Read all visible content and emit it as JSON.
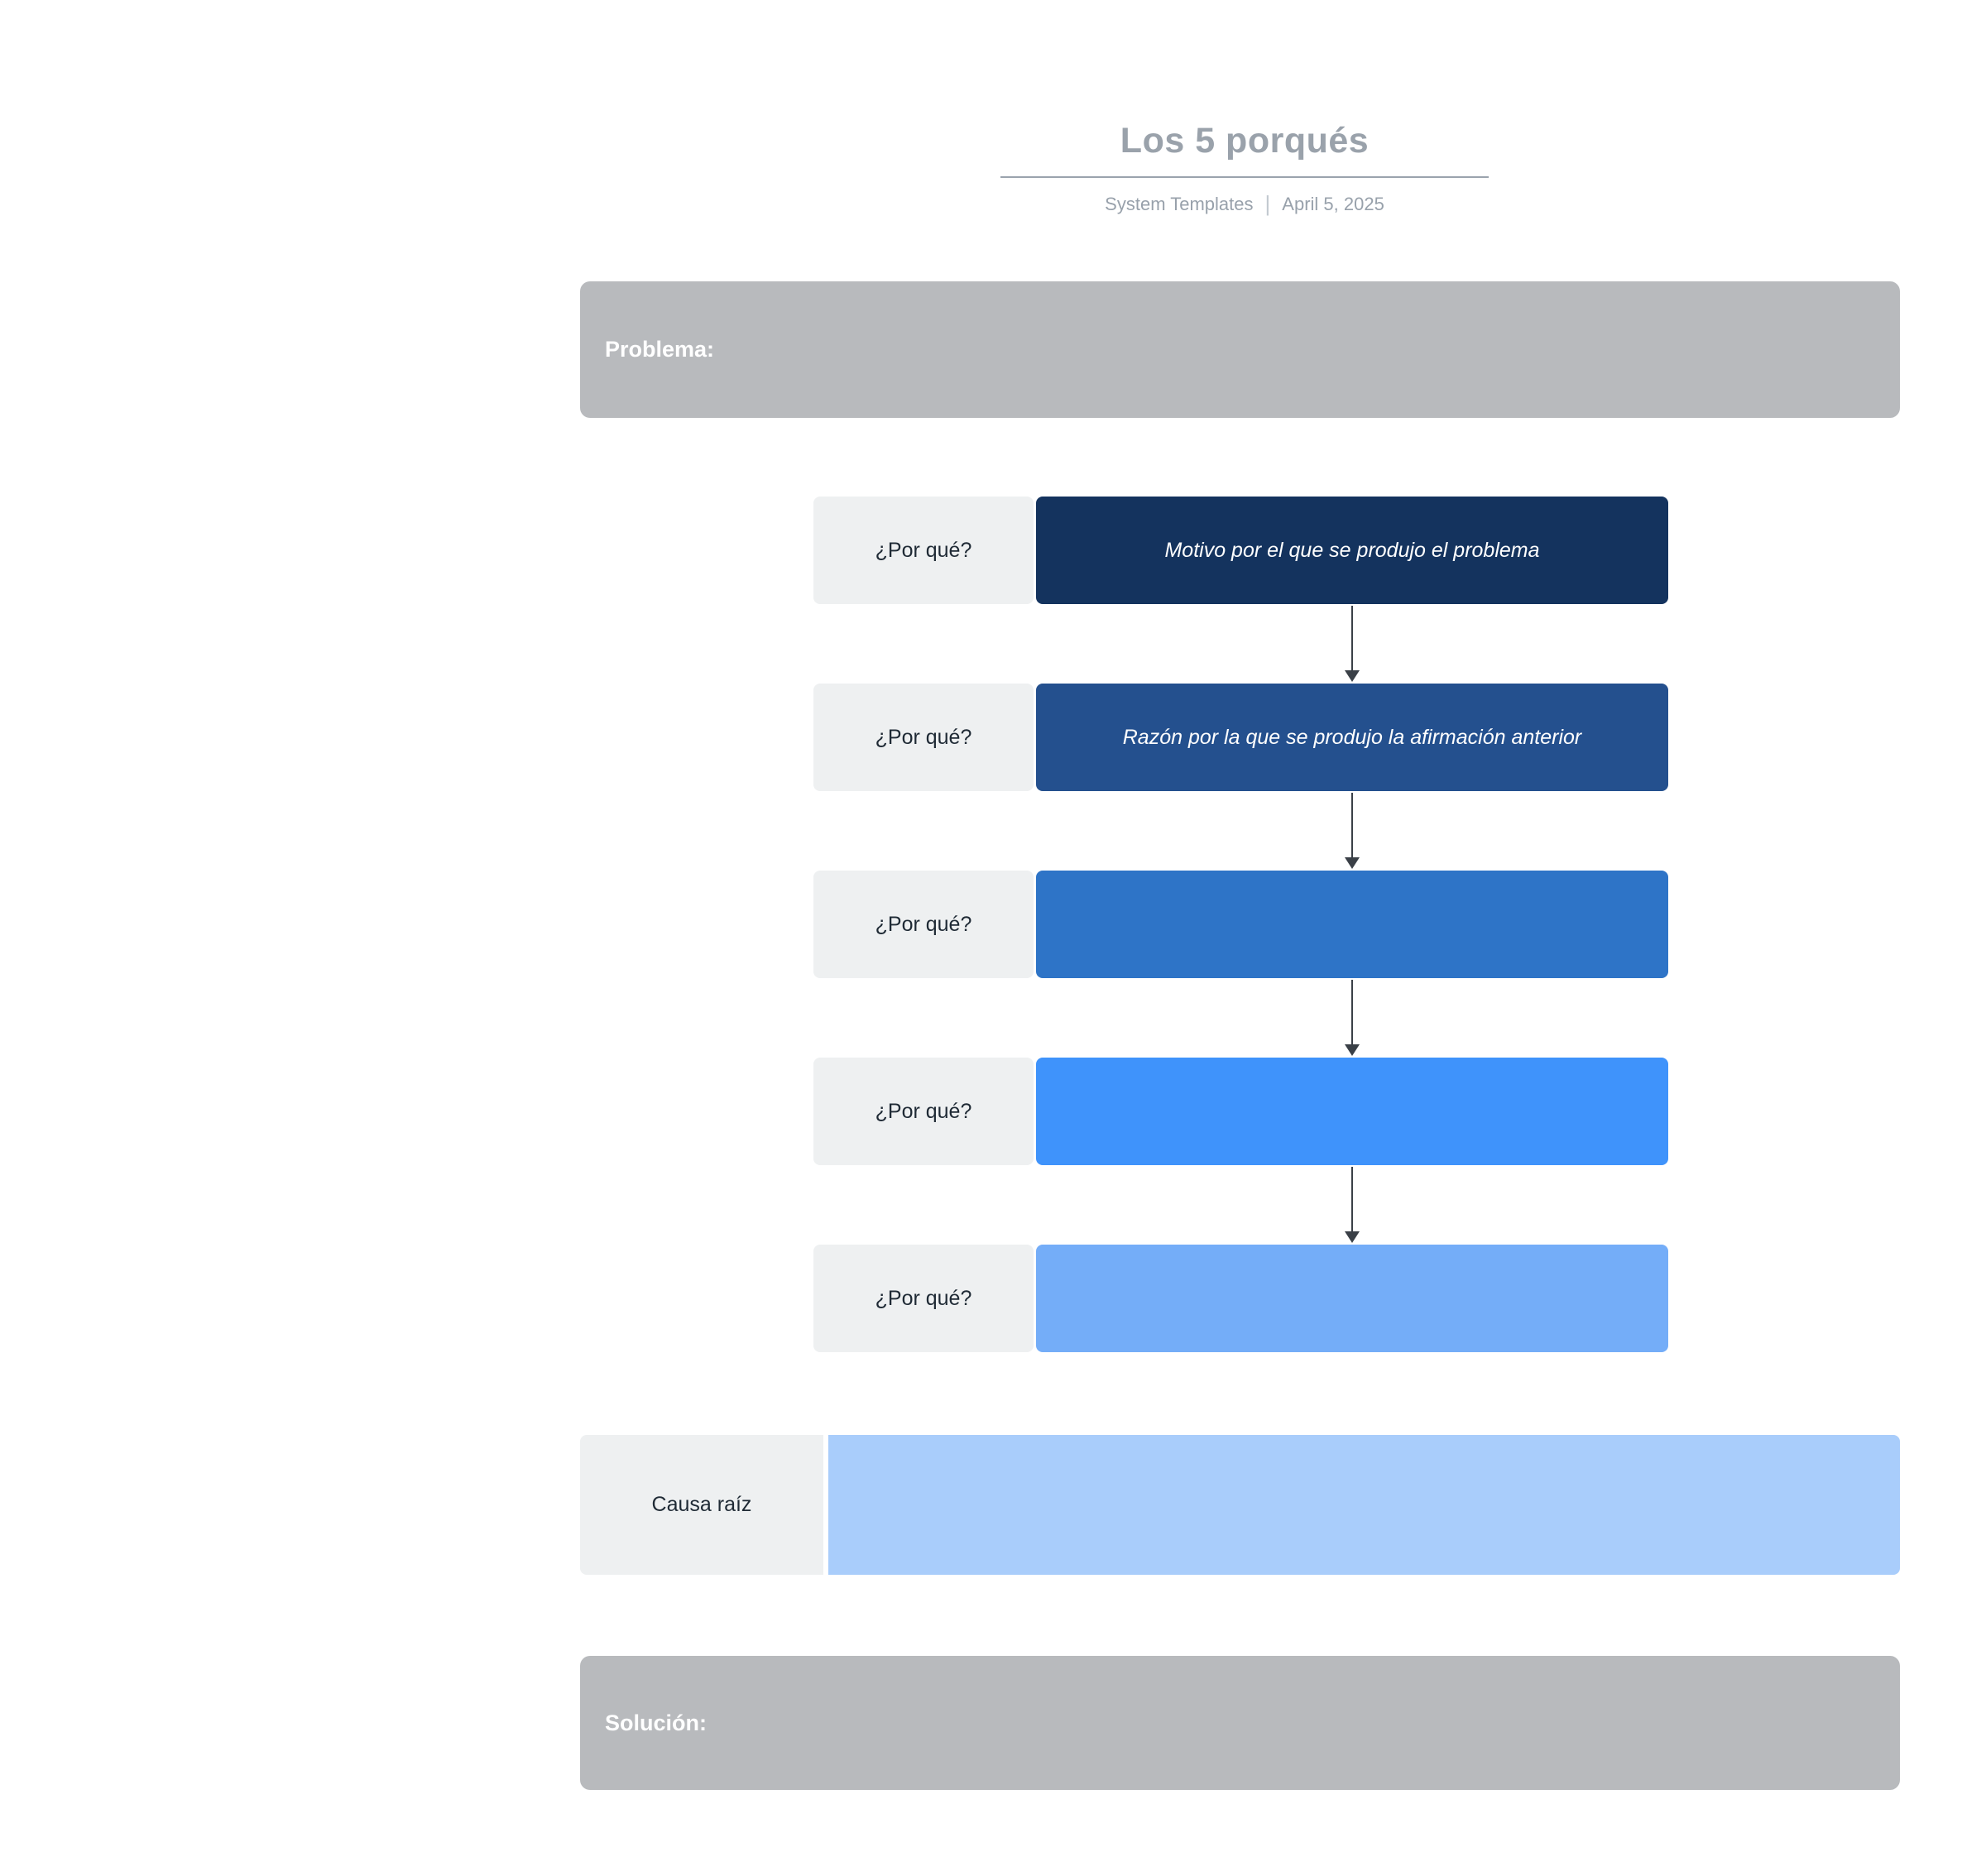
{
  "header": {
    "title": "Los 5 porqués",
    "meta_source": "System Templates",
    "meta_separator": "|",
    "meta_date": "April 5, 2025"
  },
  "problem": {
    "label": "Problema:"
  },
  "whys": {
    "question_label": "¿Por qué?",
    "rows": [
      {
        "answer": "Motivo por el que se produjo el problema",
        "color": "#14335e"
      },
      {
        "answer": "Razón por la que se produjo la afirmación anterior",
        "color": "#24508e"
      },
      {
        "answer": "",
        "color": "#2e74c7"
      },
      {
        "answer": "",
        "color": "#3f93fb"
      },
      {
        "answer": "",
        "color": "#74adf8"
      }
    ]
  },
  "root_cause": {
    "label": "Causa raíz",
    "color": "#a9cdfb"
  },
  "solution": {
    "label": "Solución:"
  },
  "colors": {
    "banner_gray": "#b8babd",
    "label_box_gray": "#eef0f1",
    "title_gray": "#9aa2ab",
    "arrow_dark": "#3a4047"
  }
}
